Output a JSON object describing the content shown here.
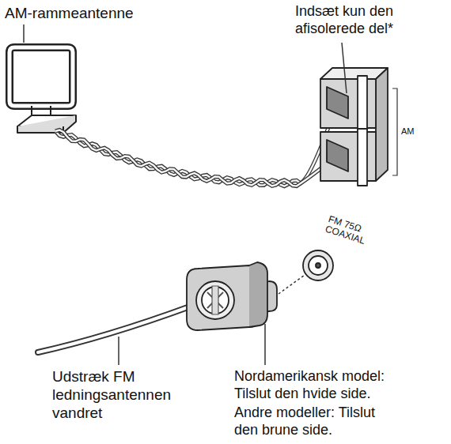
{
  "diagram": {
    "labels": [
      "AM-rammeantenne",
      "Indsæt kun den afisolerede del*",
      "AM",
      "FM 75Ω COAXIAL",
      "Udstræk FM ledningsantennen vandret",
      "Nordamerikansk model: Tilslut den hvide side.",
      "Andre modeller: Tilslut den brune side."
    ]
  }
}
